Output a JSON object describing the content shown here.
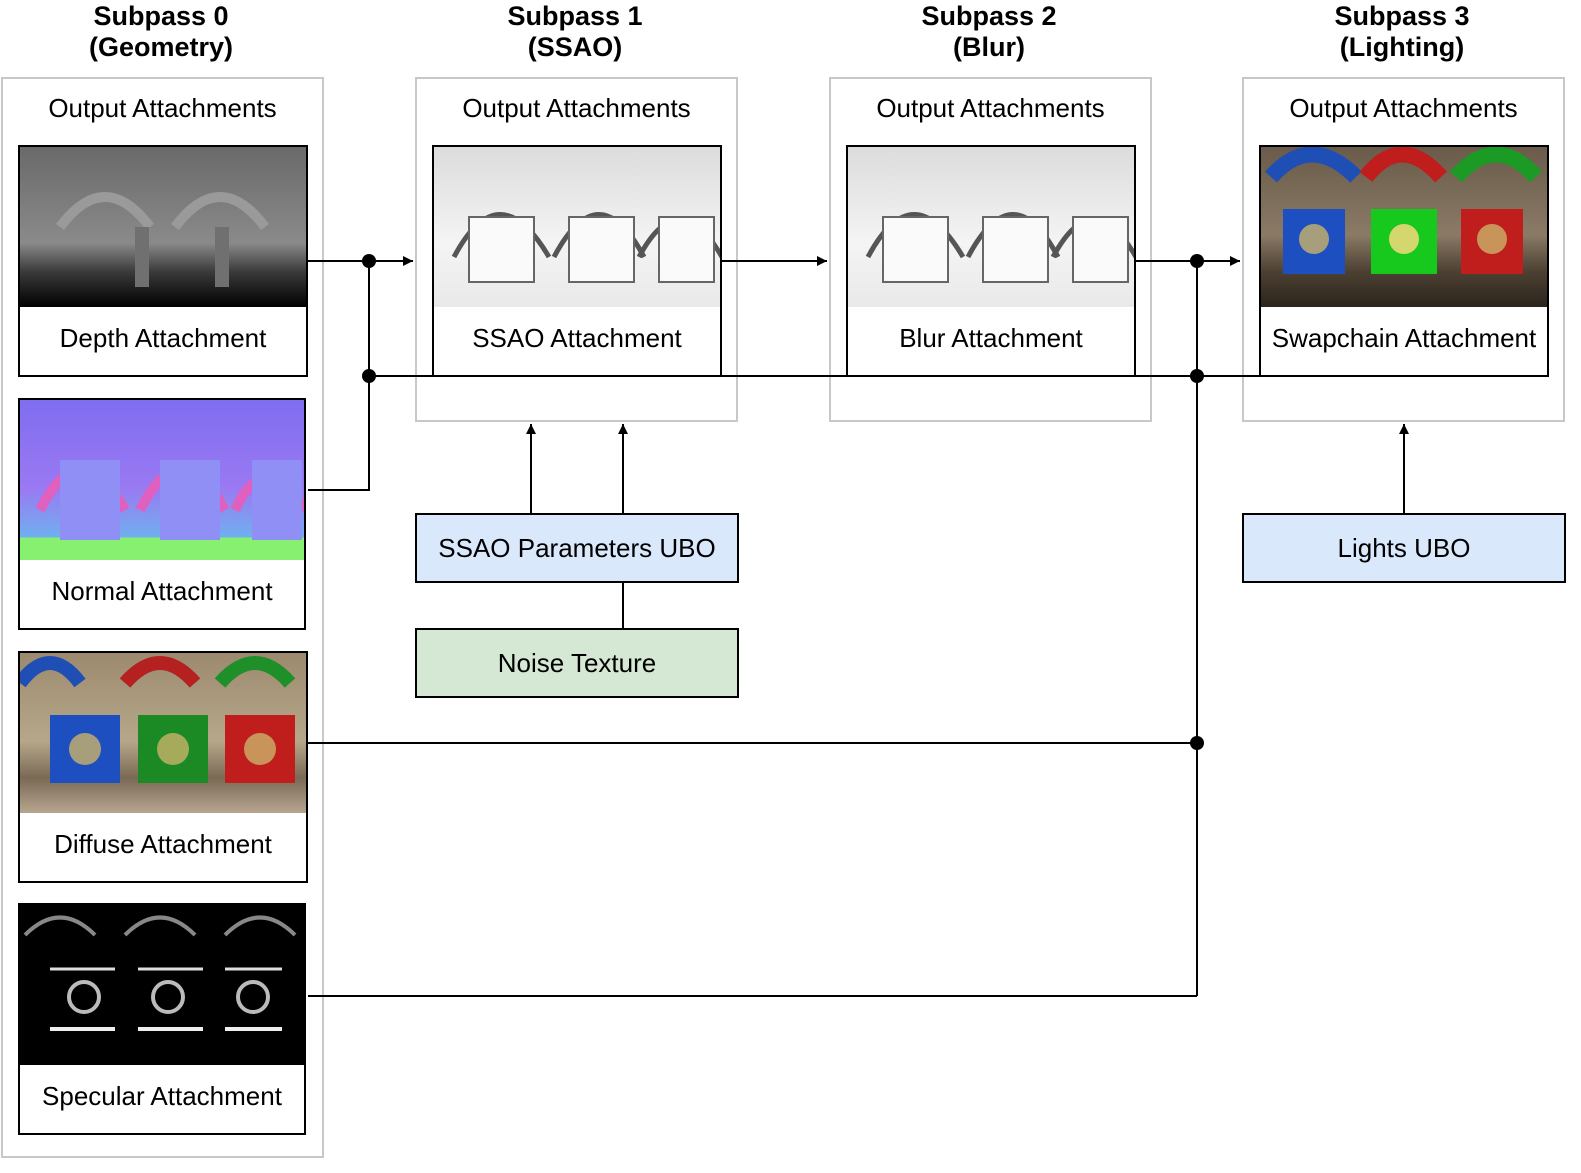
{
  "subpasses": [
    {
      "title_line1": "Subpass 0",
      "title_line2": "(Geometry)",
      "output_label": "Output Attachments"
    },
    {
      "title_line1": "Subpass 1",
      "title_line2": "(SSAO)",
      "output_label": "Output Attachments"
    },
    {
      "title_line1": "Subpass 2",
      "title_line2": "(Blur)",
      "output_label": "Output Attachments"
    },
    {
      "title_line1": "Subpass 3",
      "title_line2": "(Lighting)",
      "output_label": "Output Attachments"
    }
  ],
  "attachments": {
    "depth": "Depth Attachment",
    "normal": "Normal Attachment",
    "diffuse": "Diffuse Attachment",
    "specular": "Specular Attachment",
    "ssao": "SSAO Attachment",
    "blur": "Blur Attachment",
    "swapchain": "Swapchain Attachment"
  },
  "inputs": {
    "ssao_params": {
      "label": "SSAO Parameters UBO",
      "color": "#dae8fc"
    },
    "noise": {
      "label": "Noise Texture",
      "color": "#d5e8d4"
    },
    "lights": {
      "label": "Lights UBO",
      "color": "#dae8fc"
    }
  }
}
